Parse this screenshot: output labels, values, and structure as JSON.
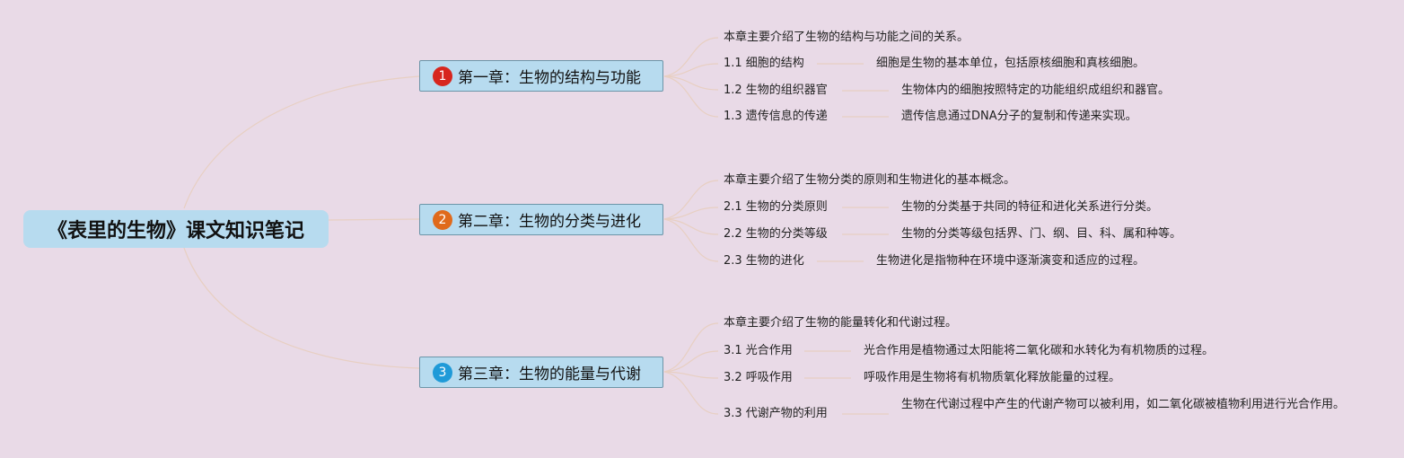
{
  "root": {
    "title": "《表里的生物》课文知识笔记"
  },
  "chapters": [
    {
      "number": "1",
      "badge_color": "#d7261e",
      "title": "第一章：生物的结构与功能",
      "intro": "本章主要介绍了生物的结构与功能之间的关系。",
      "sections": [
        {
          "label": "1.1 细胞的结构",
          "detail": "细胞是生物的基本单位，包括原核细胞和真核细胞。"
        },
        {
          "label": "1.2 生物的组织器官",
          "detail": "生物体内的细胞按照特定的功能组织成组织和器官。"
        },
        {
          "label": "1.3 遗传信息的传递",
          "detail": "遗传信息通过DNA分子的复制和传递来实现。"
        }
      ]
    },
    {
      "number": "2",
      "badge_color": "#e06a1b",
      "title": "第二章：生物的分类与进化",
      "intro": "本章主要介绍了生物分类的原则和生物进化的基本概念。",
      "sections": [
        {
          "label": "2.1 生物的分类原则",
          "detail": "生物的分类基于共同的特征和进化关系进行分类。"
        },
        {
          "label": "2.2 生物的分类等级",
          "detail": "生物的分类等级包括界、门、纲、目、科、属和种等。"
        },
        {
          "label": "2.3 生物的进化",
          "detail": "生物进化是指物种在环境中逐渐演变和适应的过程。"
        }
      ]
    },
    {
      "number": "3",
      "badge_color": "#1f9ad8",
      "title": "第三章：生物的能量与代谢",
      "intro": "本章主要介绍了生物的能量转化和代谢过程。",
      "sections": [
        {
          "label": "3.1 光合作用",
          "detail": "光合作用是植物通过太阳能将二氧化碳和水转化为有机物质的过程。"
        },
        {
          "label": "3.2 呼吸作用",
          "detail": "呼吸作用是生物将有机物质氧化释放能量的过程。"
        },
        {
          "label": "3.3 代谢产物的利用",
          "detail": "生物在代谢过程中产生的代谢产物可以被利用，如二氧化碳被植物利用进行光合作用。"
        }
      ]
    }
  ],
  "colors": {
    "background": "#e9dae7",
    "node_fill": "#b7dbef",
    "node_border": "#6c95a8",
    "connector": "#e8cfc2"
  }
}
